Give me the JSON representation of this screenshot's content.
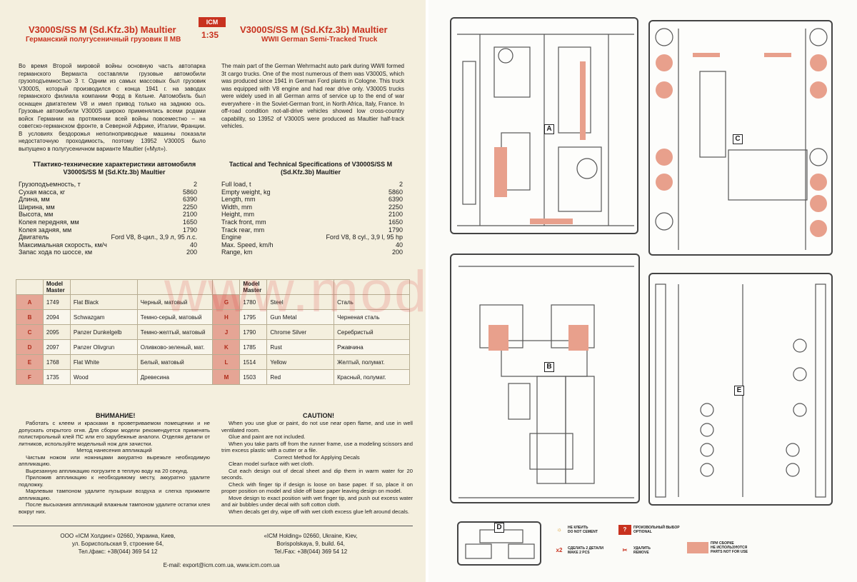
{
  "header": {
    "logo": "ICM",
    "scale": "1:35",
    "title_ru_line1": "V3000S/SS M (Sd.Kfz.3b) Maultier",
    "title_ru_line2": "Германский полугусеничный грузовик II МВ",
    "title_en_line1": "V3000S/SS M (Sd.Kfz.3b) Maultier",
    "title_en_line2": "WWII German Semi-Tracked Truck"
  },
  "intro": {
    "ru": "Во время Второй мировой войны основную часть автопарка германского Вермахта составляли грузовые автомобили грузоподъемностью 3 т. Одним из самых массовых был грузовик V3000S, который производился с конца 1941 г. на заводах германского филиала компании Форд в Кельне. Автомобиль был оснащен двигателем V8 и имел привод только на заднюю ось. Грузовые автомобили V3000S широко применялись всеми родами войск Германии на протяжении всей войны повсеместно – на советско-германском фронте, в Северной Африке, Италии, Франции. В условиях бездорожья неполноприводные машины показали недостаточную проходимость, поэтому 13952 V3000S было выпущено в полугусеничном варианте Maultier («Мул»).",
    "en": "The main part of the German Wehrmacht auto park during WWII formed 3t cargo trucks. One of the most numerous of them was V3000S, which was produced since 1941 in German Ford plants in Cologne. This truck was equipped with V8 engine and had rear drive only. V3000S trucks were widely used in all German arms of service up to the end of war everywhere - in the Soviet-German front, in North Africa, Italy, France. In off-road condition not-all-drive vehicles showed low cross-country capability, so 13952 of V3000S were produced as Maultier half-track vehicles."
  },
  "specs_ru": {
    "title": "ТТактико-технические характеристики автомобиля V3000S/SS M (Sd.Kfz.3b) Maultier",
    "rows": [
      {
        "label": "Грузоподъемность, т",
        "value": "2"
      },
      {
        "label": "Сухая масса, кг",
        "value": "5860"
      },
      {
        "label": "Длина, мм",
        "value": "6390"
      },
      {
        "label": "Ширина, мм",
        "value": "2250"
      },
      {
        "label": "Высота, мм",
        "value": "2100"
      },
      {
        "label": "Колея передняя, мм",
        "value": "1650"
      },
      {
        "label": "Колея задняя, мм",
        "value": "1790"
      },
      {
        "label": "Двигатель",
        "value": "Ford V8, 8-цил., 3,9 л, 95 л.с."
      },
      {
        "label": "Максимальная скорость, км/ч",
        "value": "40"
      },
      {
        "label": "Запас хода по шоссе, км",
        "value": "200"
      }
    ]
  },
  "specs_en": {
    "title": "Tactical and Technical Specifications of V3000S/SS M (Sd.Kfz.3b) Maultier",
    "rows": [
      {
        "label": "Full load, t",
        "value": "2"
      },
      {
        "label": "Empty weight, kg",
        "value": "5860"
      },
      {
        "label": "Length, mm",
        "value": "6390"
      },
      {
        "label": "Width, mm",
        "value": "2250"
      },
      {
        "label": "Height, mm",
        "value": "2100"
      },
      {
        "label": "Track front, mm",
        "value": "1650"
      },
      {
        "label": "Track rear, mm",
        "value": "1790"
      },
      {
        "label": "Engine",
        "value": "Ford V8, 8 cyl., 3,9 l, 95 hp"
      },
      {
        "label": "Max. Speed, km/h",
        "value": "40"
      },
      {
        "label": "Range, km",
        "value": "200"
      }
    ]
  },
  "paint_table": {
    "header": "Model Master",
    "rows": [
      {
        "l1": "A",
        "n1": "1749",
        "en1": "Flat Black",
        "ru1": "Черный, матовый",
        "l2": "G",
        "n2": "1780",
        "en2": "Steel",
        "ru2": "Сталь"
      },
      {
        "l1": "B",
        "n1": "2094",
        "en1": "Schwazgam",
        "ru1": "Темно-серый, матовый",
        "l2": "H",
        "n2": "1795",
        "en2": "Gun Metal",
        "ru2": "Черненая сталь"
      },
      {
        "l1": "C",
        "n1": "2095",
        "en1": "Panzer Dunkelgelb",
        "ru1": "Темно-желтый, матовый",
        "l2": "J",
        "n2": "1790",
        "en2": "Chrome Silver",
        "ru2": "Серебристый"
      },
      {
        "l1": "D",
        "n1": "2097",
        "en1": "Panzer Olivgrun",
        "ru1": "Оливково-зеленый, мат.",
        "l2": "K",
        "n2": "1785",
        "en2": "Rust",
        "ru2": "Ржавчина"
      },
      {
        "l1": "E",
        "n1": "1768",
        "en1": "Flat White",
        "ru1": "Белый, матовый",
        "l2": "L",
        "n2": "1514",
        "en2": "Yellow",
        "ru2": "Желтый, полумат."
      },
      {
        "l1": "F",
        "n1": "1735",
        "en1": "Wood",
        "ru1": "Древесина",
        "l2": "M",
        "n2": "1503",
        "en2": "Red",
        "ru2": "Красный, полумат."
      }
    ]
  },
  "caution_ru": {
    "title": "ВНИМАНИЕ!",
    "lines": [
      "Работать с клеем и красками в проветриваемом помещении и не допускать открытого огня. Для сборки модели рекомендуется применять полистирольный клей ПС или его зарубежные аналоги. Отделяя детали от литников, используйте модельный нож для зачистки.",
      "Метод нанесения аппликаций",
      "Чистым ножом или ножницами аккуратно вырежьте необходимую аппликацию.",
      "Вырезанную аппликацию погрузите в теплую воду на 20 секунд.",
      "Приложив аппликацию к необходимому месту, аккуратно удалите подложку.",
      "Марлевым тампоном удалите пузырьки воздуха и слегка прижмите аппликацию.",
      "После высыхания аппликаций влажным тампоном удалите остатки клея вокруг них."
    ]
  },
  "caution_en": {
    "title": "CAUTION!",
    "lines": [
      "When you use glue or paint, do not use near open flame, and use in well ventilated room.",
      "Glue and paint are not included.",
      "When you take parts off from the runner frame, use a modeling scissors and trim excess plastic with a cutter or a file.",
      "Correct Method for Applying Decals",
      "Clean model surface with wet cloth.",
      "Cut each design out of decal sheet and dip them in warm water for 20 seconds.",
      "Check with finger tip if design is loose on base paper. If so, place it on proper position on model and slide off base paper leaving design on model.",
      "Move design to exact position with wet finger tip, and push out excess water and air bubbles under decal with soft cotton cloth.",
      "When decals get dry, wipe off with wet cloth excess glue left around decals."
    ]
  },
  "footer": {
    "ru": [
      "ООО «ICM Холдинг» 02660, Украина, Киев,",
      "ул. Бориспольская 9, строение 64,",
      "Тел./факс: +38(044) 369 54 12"
    ],
    "en": [
      "«ICM Holding» 02660, Ukraine, Kiev,",
      "Borispolskaya, 9, build. 64,",
      "Tel./Fax: +38(044) 369 54 12"
    ],
    "email": "E-mail: export@icm.com.ua,    www.icm.com.ua"
  },
  "watermark": "www.modelart.kz",
  "sprues": {
    "A": "A",
    "B": "B",
    "C": "C",
    "D": "D",
    "E": "E"
  },
  "legend": {
    "no_cement": [
      "НЕ КЛЕИТЬ",
      "DO NOT CEMENT"
    ],
    "optional": [
      "ПРОИЗВОЛЬНЫЙ ВЫБОР",
      "OPTIONAL"
    ],
    "make2": [
      "СДЕЛАТЬ 2 ДЕТАЛИ",
      "MAKE 2 PCS"
    ],
    "remove": [
      "УДАЛИТЬ",
      "REMOVE"
    ],
    "not_for_use": [
      "ПРИ СБОРКЕ",
      "НЕ ИСПОЛЬЗУЮТСЯ",
      "PARTS NOT FOR USE"
    ],
    "x2": "x2",
    "q": "?"
  },
  "colors": {
    "accent": "#c8321f",
    "unused_part": "#e8a08c",
    "table_letter_bg": "#e5a595"
  }
}
